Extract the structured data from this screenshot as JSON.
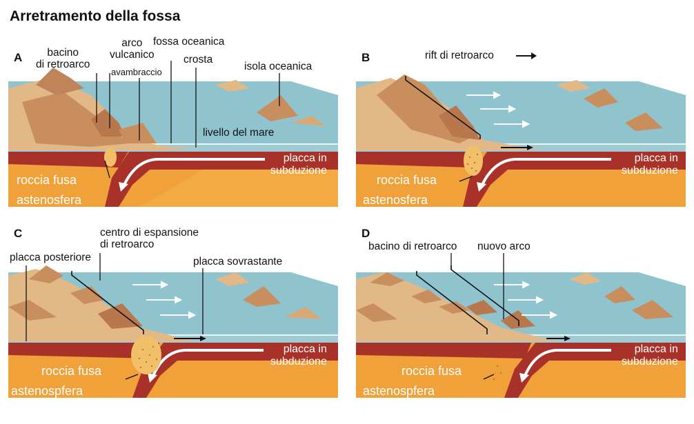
{
  "title": "Arretramento della fossa",
  "panels": {
    "a": {
      "letter": "A",
      "labels": {
        "bacino": "bacino\ndi retroarco",
        "arco": "arco\nvulcanico",
        "avambraccio": "avambraccio",
        "fossa": "fossa oceanica",
        "crosta": "crosta",
        "isola": "isola oceanica",
        "livello": "livello del mare",
        "placca": "placca in\nsubduzione",
        "roccia": "roccia fusa",
        "asteno": "astenosfera"
      }
    },
    "b": {
      "letter": "B",
      "labels": {
        "rift": "rift di retroarco",
        "placca": "placca in\nsubduzione",
        "roccia": "roccia fusa",
        "asteno": "astenosfera"
      }
    },
    "c": {
      "letter": "C",
      "labels": {
        "centro": "centro di espansione\ndi retroarco",
        "posteriore": "placca posteriore",
        "sovrastante": "placca sovrastante",
        "placca": "placca in\nsubduzione",
        "roccia": "roccia fusa",
        "asteno": "astenospfera"
      }
    },
    "d": {
      "letter": "D",
      "labels": {
        "bacino": "bacino di retroarco",
        "nuovo": "nuovo arco",
        "placca": "placca in\nsubduzione",
        "roccia": "roccia fusa",
        "asteno": "astenospfera"
      }
    }
  },
  "colors": {
    "sea": "#8fc4cf",
    "land": "#d8a373",
    "mantle": "#f0a13a",
    "crust": "#a8322a"
  }
}
